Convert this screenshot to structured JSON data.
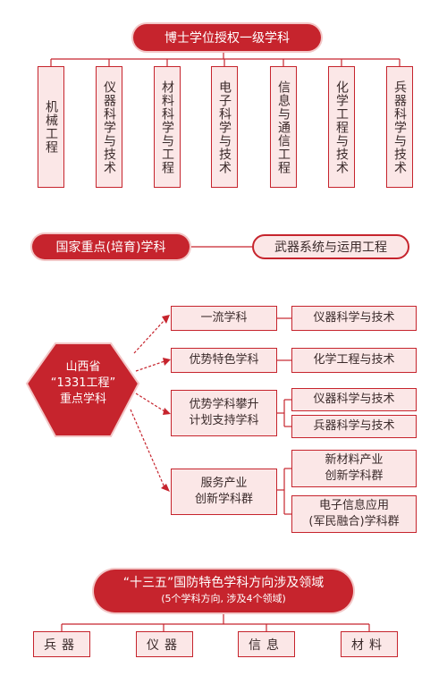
{
  "top_title": "博士学位授权一级学科",
  "doctoral_disciplines": [
    "机械工程",
    "仪器科学与技术",
    "材料科学与工程",
    "电子科学与技术",
    "信息与通信工程",
    "化学工程与技术",
    "兵器科学与技术"
  ],
  "national_key": {
    "label": "国家重点(培育)学科",
    "value": "武器系统与运用工程"
  },
  "shanxi": {
    "hub_line1": "山西省",
    "hub_line2": "“1331工程”",
    "hub_line3": "重点学科",
    "categories": [
      {
        "label": "一流学科",
        "items": [
          "仪器科学与技术"
        ]
      },
      {
        "label": "优势特色学科",
        "items": [
          "化学工程与技术"
        ]
      },
      {
        "label": "优势学科攀升\n计划支持学科",
        "items": [
          "仪器科学与技术",
          "兵器科学与技术"
        ]
      },
      {
        "label": "服务产业\n创新学科群",
        "items": [
          "新材料产业\n创新学科群",
          "电子信息应用\n(军民融合)学科群"
        ]
      }
    ]
  },
  "defense": {
    "title_line1": "“十三五”国防特色学科方向涉及领域",
    "title_line2": "(5个学科方向, 涉及4个领域)",
    "areas": [
      "兵器",
      "仪器",
      "信息",
      "材料"
    ]
  },
  "colors": {
    "accent": "#c6242d",
    "fill": "#fbe7e7"
  }
}
